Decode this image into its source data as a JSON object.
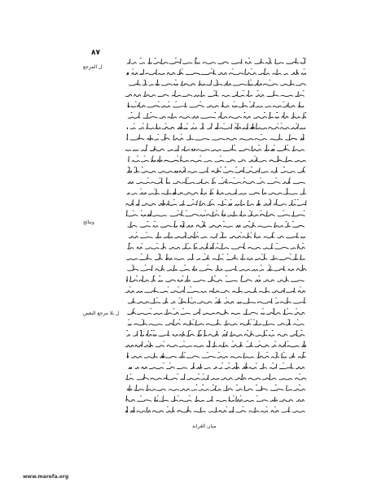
{
  "page": {
    "folio_number": "٨٧",
    "margin_notes": [
      "ل المرجع",
      "ونتائج",
      "ل بلا مرجع البعض"
    ],
    "catchword": "مبان الغرابة",
    "footer_url": "www.marefa.org"
  },
  "colors": {
    "ink": "#1a1a1a",
    "paper": "#ffffff"
  }
}
